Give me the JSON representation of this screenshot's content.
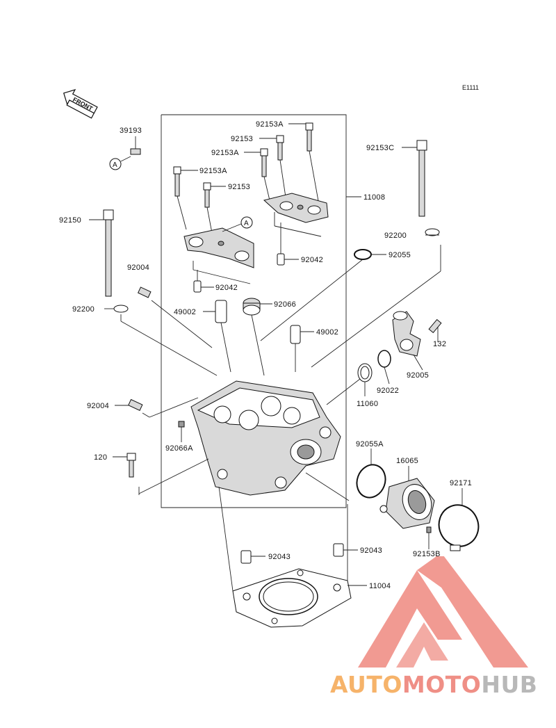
{
  "diagram_code": "E1111",
  "front_arrow": "FRONT",
  "callout_letter": "A",
  "parts": {
    "p39193": "39193",
    "p92153A_top": "92153A",
    "p92153_a": "92153",
    "p92153A_mid": "92153A",
    "p92153A_left": "92153A",
    "p92153_b": "92153",
    "p11008": "11008",
    "p92153C": "92153C",
    "p92150": "92150",
    "p92200_right": "92200",
    "p92055": "92055",
    "p92042_right": "92042",
    "p92004_top": "92004",
    "p92042_left": "92042",
    "p92200_left": "92200",
    "p49002_left": "49002",
    "p92066": "92066",
    "p49002_right": "49002",
    "p132": "132",
    "p92005": "92005",
    "p92022": "92022",
    "p11060": "11060",
    "p92004_bottom": "92004",
    "p92066A": "92066A",
    "p92055A": "92055A",
    "p16065": "16065",
    "p92171": "92171",
    "p120": "120",
    "p92153B": "92153B",
    "p92043_left": "92043",
    "p92043_right": "92043",
    "p11004": "11004"
  },
  "watermark": {
    "part1": "AUTO",
    "part2": "MOTO",
    "part3": "HUB",
    "color_orange": "#f6b36a",
    "color_red": "#ef8f86",
    "color_gray": "#b8b8b8"
  }
}
